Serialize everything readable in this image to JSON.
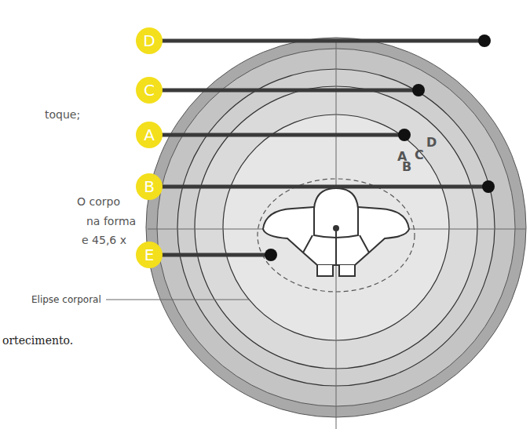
{
  "diagram": {
    "nodes": [
      {
        "text": [
          "D"
        ]
      },
      {
        "text": [
          "C"
        ]
      },
      {
        "text": [
          "A"
        ]
      },
      {
        "text": [
          "B"
        ]
      },
      {
        "text": [
          "E"
        ]
      }
    ],
    "labels": [
      "D",
      "C",
      "B",
      "A",
      "Elipse corporal",
      "toque;",
      "O corpo",
      "na forma",
      "e 45,6 x",
      "ortecimento."
    ]
  }
}
